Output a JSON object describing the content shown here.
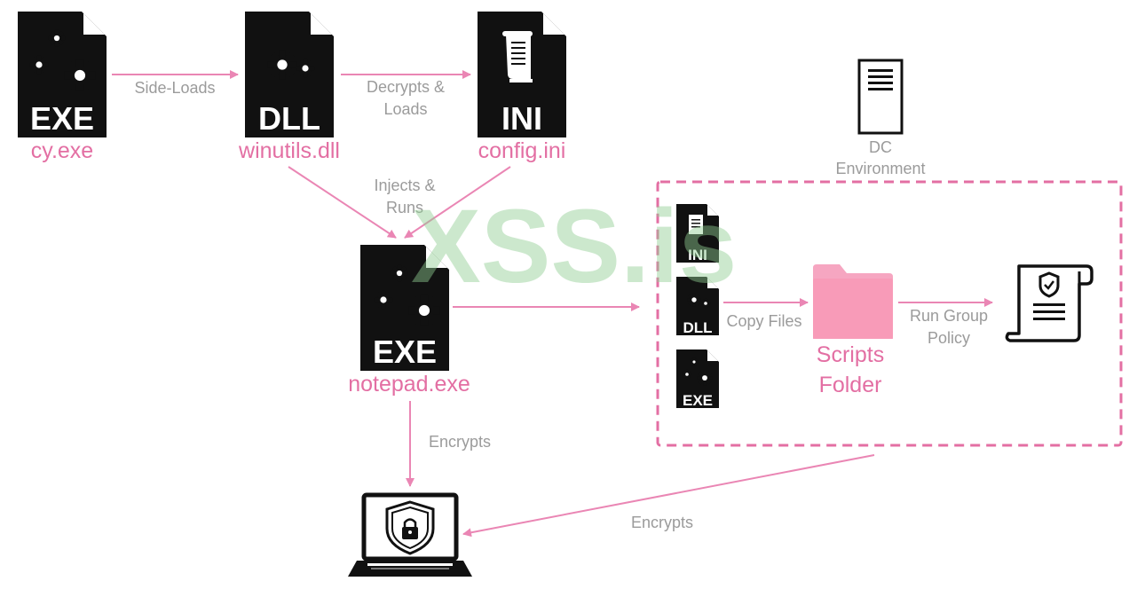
{
  "colors": {
    "accent": "#e36fa3",
    "arrow": "#ea86b4",
    "gray_text": "#9b9b9b",
    "icon": "#111111",
    "folder": "#f89bb8",
    "watermark": "#8fce91"
  },
  "nodes": {
    "cy_exe": {
      "badge": "EXE",
      "label": "cy.exe"
    },
    "winutils_dll": {
      "badge": "DLL",
      "label": "winutils.dll"
    },
    "config_ini": {
      "badge": "INI",
      "label": "config.ini"
    },
    "notepad_exe": {
      "badge": "EXE",
      "label": "notepad.exe"
    },
    "dc": {
      "label_line1": "DC",
      "label_line2": "Environment"
    },
    "small_ini": {
      "badge": "INI"
    },
    "small_dll": {
      "badge": "DLL"
    },
    "small_exe": {
      "badge": "EXE"
    },
    "scripts_folder": {
      "label_line1": "Scripts",
      "label_line2": "Folder"
    }
  },
  "edges": {
    "side_loads": "Side-Loads",
    "decrypts_loads_1": "Decrypts &",
    "decrypts_loads_2": "Loads",
    "injects_runs_1": "Injects &",
    "injects_runs_2": "Runs",
    "copy_files": "Copy Files",
    "run_gp_1": "Run Group",
    "run_gp_2": "Policy",
    "encrypts_down": "Encrypts",
    "encrypts_dc": "Encrypts"
  },
  "watermark": "XSS.is"
}
